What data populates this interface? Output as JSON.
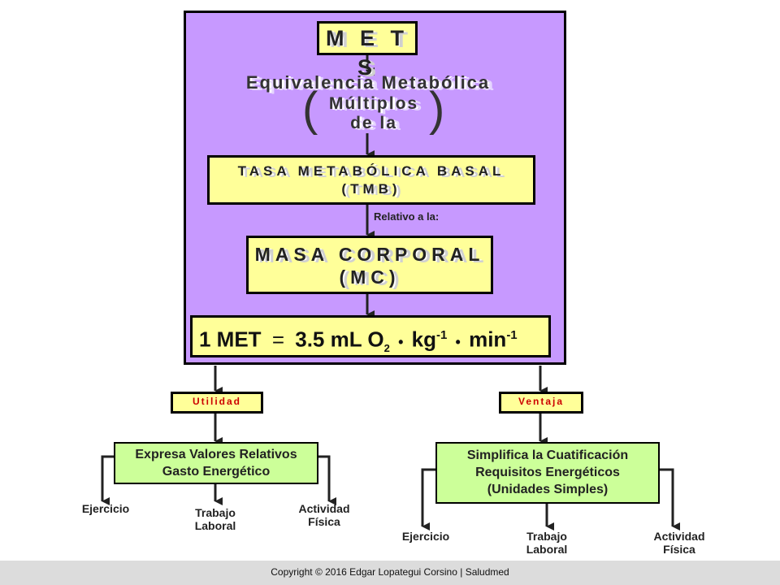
{
  "diagram": {
    "mets_title": "M E T S",
    "equivalencia": "Equivalencia Metabólica",
    "multiplos_line1": "Múltiplos",
    "multiplos_line2": "de la",
    "paren_left": "(",
    "paren_right": ")",
    "tmb_line1": "TASA METABÓLICA BASAL",
    "tmb_line2": "(TMB)",
    "relativo": "Relativo a la:",
    "mc_line1": "MASA CORPORAL",
    "mc_line2": "(MC)",
    "formula": {
      "lhs": "1 MET",
      "eq": "=",
      "value": "3.5 mL O",
      "sub": "2",
      "kg": "kg",
      "kg_exp": "-1",
      "min": "min",
      "min_exp": "-1",
      "dot": "•"
    },
    "utilidad": "Utilidad",
    "ventaja": "Ventaja",
    "left_box_line1": "Expresa Valores Relativos",
    "left_box_line2": "Gasto Energético",
    "right_box_line1": "Simplifica la Cuatificación",
    "right_box_line2": "Requisitos Energéticos",
    "right_box_line3": "(Unidades Simples)",
    "left_leaves": {
      "ejercicio": "Ejercicio",
      "trabajo_1": "Trabajo",
      "trabajo_2": "Laboral",
      "actividad_1": "Actividad",
      "actividad_2": "Física"
    },
    "right_leaves": {
      "ejercicio": "Ejercicio",
      "trabajo_1": "Trabajo",
      "trabajo_2": "Laboral",
      "actividad_1": "Actividad",
      "actividad_2": "Física"
    }
  },
  "footer": {
    "copyright": "Copyright © 2016  Edgar Lopategui Corsino | Saludmed"
  },
  "colors": {
    "panel": "#c799ff",
    "yellow": "#ffff99",
    "green": "#ccff99",
    "tag_text": "#cc0000"
  }
}
